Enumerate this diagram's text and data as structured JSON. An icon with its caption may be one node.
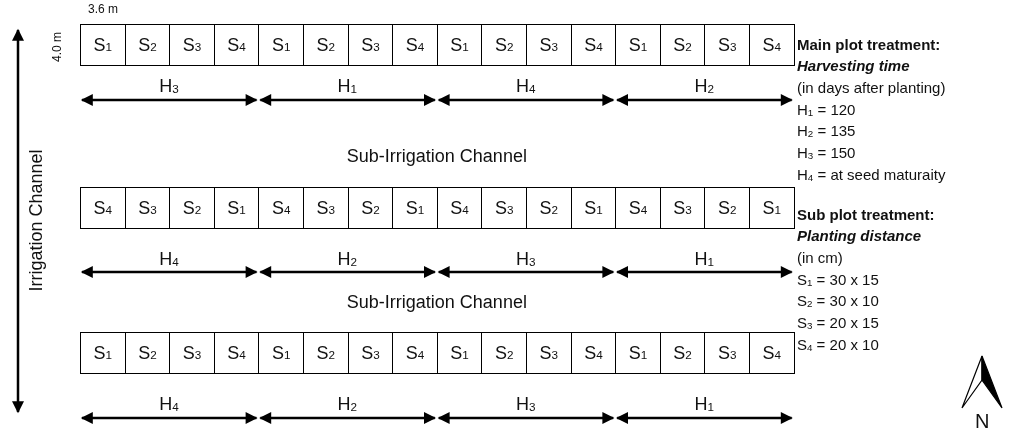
{
  "diagram": {
    "nodes": [
      {
        "text": [
          "S$_{1}$"
        ]
      },
      {
        "text": [
          "S$_{2}$"
        ]
      },
      {
        "text": [
          "S$_{3}$"
        ]
      },
      {
        "text": [
          "S$_{4}$"
        ]
      },
      {
        "text": [
          "S$_{1}$"
        ]
      },
      {
        "text": [
          "S$_{2}$"
        ]
      },
      {
        "text": [
          "S$_{3}$"
        ]
      },
      {
        "text": [
          "S$_{4}$"
        ]
      },
      {
        "text": [
          "S$_{1}$"
        ]
      },
      {
        "text": [
          "S$_{2}$"
        ]
      },
      {
        "text": [
          "S$_{3}$"
        ]
      },
      {
        "text": [
          "S$_{4}$"
        ]
      },
      {
        "text": [
          "S$_{1}$"
        ]
      },
      {
        "text": [
          "S$_{2}$"
        ]
      },
      {
        "text": [
          "S$_{3}$"
        ]
      },
      {
        "text": [
          "S$_{4}$"
        ]
      },
      {
        "text": [
          "S$_{4}$"
        ]
      },
      {
        "text": [
          "S$_{3}$"
        ]
      },
      {
        "text": [
          "S$_{2}$"
        ]
      },
      {
        "text": [
          "S$_{1}$"
        ]
      },
      {
        "text": [
          "S$_{4}$"
        ]
      },
      {
        "text": [
          "S$_{3}$"
        ]
      },
      {
        "text": [
          "S$_{2}$"
        ]
      },
      {
        "text": [
          "S$_{1}$"
        ]
      },
      {
        "text": [
          "S$_{4}$"
        ]
      },
      {
        "text": [
          "S$_{3}$"
        ]
      },
      {
        "text": [
          "S$_{2}$"
        ]
      },
      {
        "text": [
          "S$_{1}$"
        ]
      },
      {
        "text": [
          "S$_{4}$"
        ]
      },
      {
        "text": [
          "S$_{3}$"
        ]
      },
      {
        "text": [
          "S$_{2}$"
        ]
      },
      {
        "text": [
          "S$_{1}$"
        ]
      },
      {
        "text": [
          "S$_{1}$"
        ]
      },
      {
        "text": [
          "S$_{2}$"
        ]
      },
      {
        "text": [
          "S$_{3}$"
        ]
      },
      {
        "text": [
          "S$_{4}$"
        ]
      },
      {
        "text": [
          "S$_{1}$"
        ]
      },
      {
        "text": [
          "S$_{2}$"
        ]
      },
      {
        "text": [
          "S$_{3}$"
        ]
      },
      {
        "text": [
          "S$_{4}$"
        ]
      },
      {
        "text": [
          "S$_{1}$"
        ]
      },
      {
        "text": [
          "S$_{2}$"
        ]
      },
      {
        "text": [
          "S$_{3}$"
        ]
      },
      {
        "text": [
          "S$_{4}$"
        ]
      },
      {
        "text": [
          "S$_{1}$"
        ]
      },
      {
        "text": [
          "S$_{2}$"
        ]
      },
      {
        "text": [
          "S$_{3}$"
        ]
      },
      {
        "text": [
          "S$_{4}$"
        ]
      }
    ],
    "labels": [
      "3.6 m",
      "4.0 m",
      "Irrigation Channel",
      "H$_{3}$",
      "H$_{1}$",
      "H$_{4}$",
      "H$_{2}$",
      "Sub-Irrigation Channel",
      "H$_{4}$",
      "H$_{2}$",
      "H$_{3}$",
      "H$_{1}$",
      "Sub-Irrigation Channel",
      "H$_{4}$",
      "H$_{2}$",
      "H$_{3}$",
      "H$_{1}$",
      "Main plot treatment:",
      "Harvesting time",
      "(in days after planting)",
      "H$_{1}$ = 120",
      "H$_{2}$ = 135",
      "H$_{3}$ = 150",
      "H$_{4}$ = at seed maturaity",
      "Sub plot treatment:",
      "Planting distance",
      "(in cm)",
      "S$_{1}$ = 30 x 15",
      "S$_{2}$ = 30 x 10",
      "S$_{3}$ = 20 x 15",
      "S$_{4}$ = 20 x 10",
      "N"
    ]
  }
}
